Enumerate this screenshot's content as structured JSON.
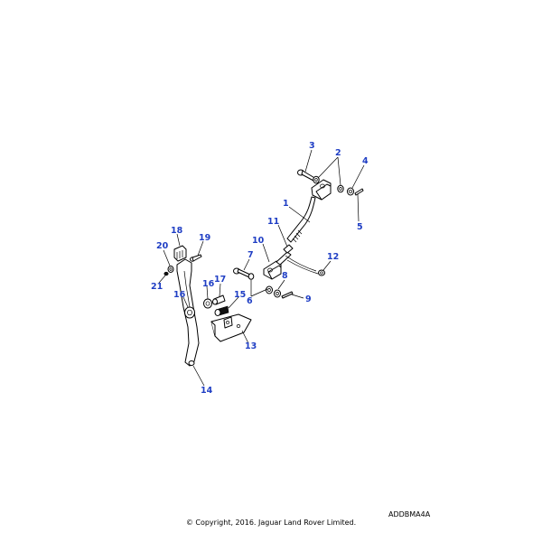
{
  "callouts": {
    "c1": "1",
    "c2": "2",
    "c3": "3",
    "c4": "4",
    "c5": "5",
    "c6": "6",
    "c7": "7",
    "c8": "8",
    "c9": "9",
    "c10": "10",
    "c11": "11",
    "c12": "12",
    "c13": "13",
    "c14": "14",
    "c15": "15",
    "c16a": "16",
    "c16b": "16",
    "c17": "17",
    "c18": "18",
    "c19": "19",
    "c20": "20",
    "c21": "21"
  },
  "footer": {
    "ref_code": "ADDBMA4A",
    "copyright": "© Copyright, 2016. Jaguar Land Rover Limited."
  }
}
